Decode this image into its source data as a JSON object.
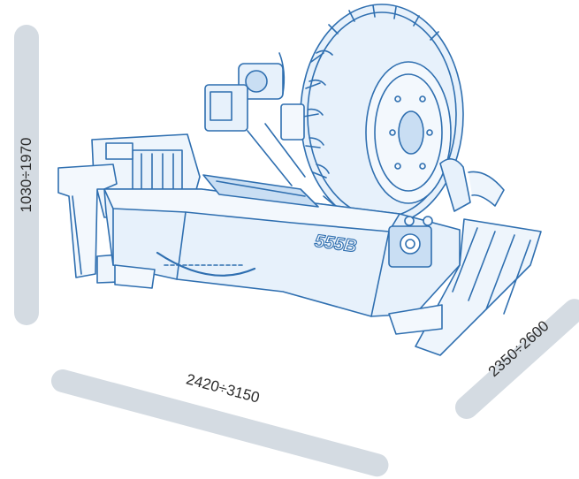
{
  "dimensions": {
    "height": "1030÷1970",
    "length": "2420÷3150",
    "width": "2350÷2600"
  },
  "machine": {
    "model_badge": "555B"
  },
  "colors": {
    "line": "#2f6fb0",
    "fill_light": "#e7f1fb",
    "fill_mid": "#c9def3",
    "dimension_bar": "#d4dbe2",
    "text": "#2b2b2b"
  }
}
